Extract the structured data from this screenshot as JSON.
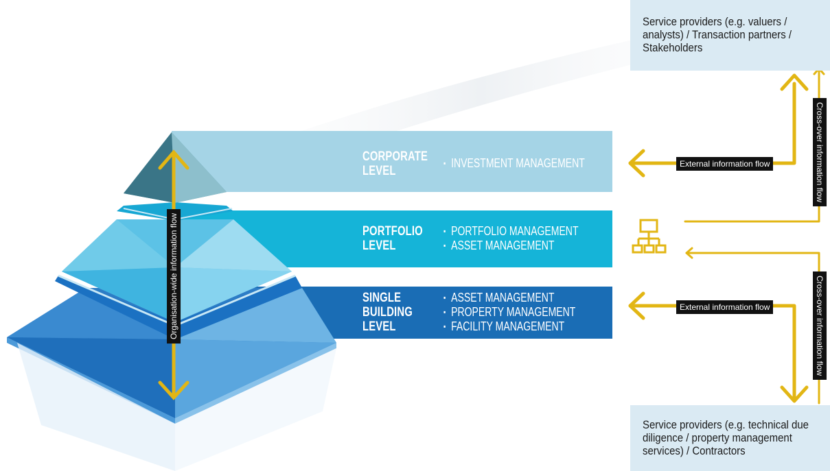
{
  "levels": {
    "corporate": {
      "title_line1": "CORPORATE",
      "title_line2": "LEVEL",
      "items": [
        "INVESTMENT MANAGEMENT"
      ]
    },
    "portfolio": {
      "title_line1": "PORTFOLIO",
      "title_line2": "LEVEL",
      "items": [
        "PORTFOLIO MANAGEMENT",
        "ASSET MANAGEMENT"
      ]
    },
    "single_building": {
      "title_line1": "SINGLE",
      "title_line2": "BUILDING",
      "title_line3": "LEVEL",
      "items": [
        "ASSET MANAGEMENT",
        "PROPERTY MANAGEMENT",
        "FACILITY MANAGEMENT"
      ]
    }
  },
  "boxes": {
    "top": "Service providers (e.g. valuers / analysts) / Transaction partners / Stakeholders",
    "bottom": "Service providers (e.g. technical due diligence / property management services) / Contractors"
  },
  "labels": {
    "organisation_flow": "Organisation-wide information flow",
    "external_flow_top": "External information flow",
    "external_flow_bottom": "External information flow",
    "crossover_top": "Cross-over information flow",
    "crossover_bottom": "Cross-over information flow"
  },
  "colors": {
    "corporate_band": "#a5d4e6",
    "portfolio_band": "#15b4d8",
    "single_band": "#1a6db5",
    "arrow_gold": "#e2b614",
    "box_bg": "#daeaf3"
  },
  "icons": {
    "network": "network-hierarchy-icon"
  }
}
